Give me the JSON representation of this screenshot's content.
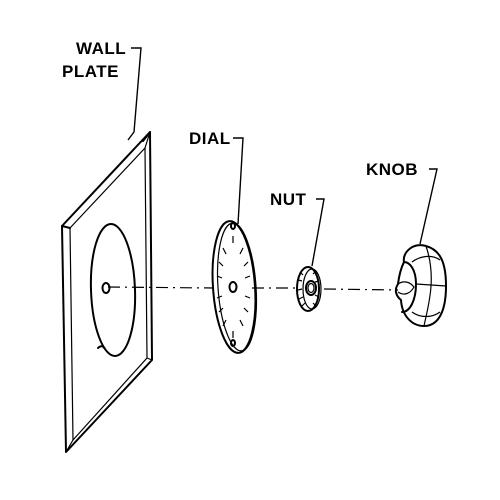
{
  "labels": {
    "wall_plate_line1": "WALL",
    "wall_plate_line2": "PLATE",
    "dial": "DIAL",
    "nut": "NUT",
    "knob": "KNOB"
  }
}
